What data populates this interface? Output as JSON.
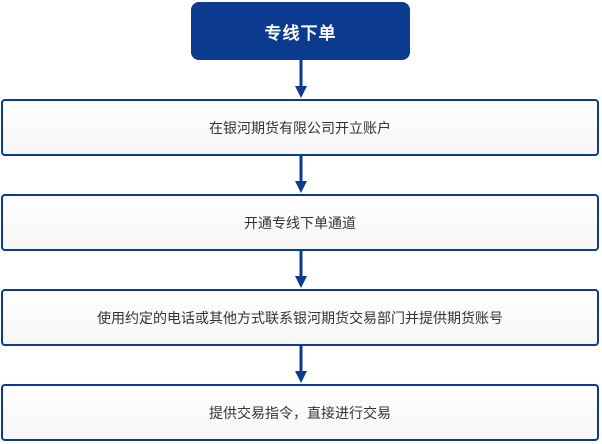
{
  "diagram": {
    "title": "专线下单",
    "steps": [
      "在银河期货有限公司开立账户",
      "开通专线下单通道",
      "使用约定的电话或其他方式联系银河期货交易部门并提供期货账号",
      "提供交易指令，直接进行交易"
    ]
  },
  "colors": {
    "primary": "#0c3a8f",
    "step_text": "#333333",
    "title_text": "#ffffff"
  }
}
